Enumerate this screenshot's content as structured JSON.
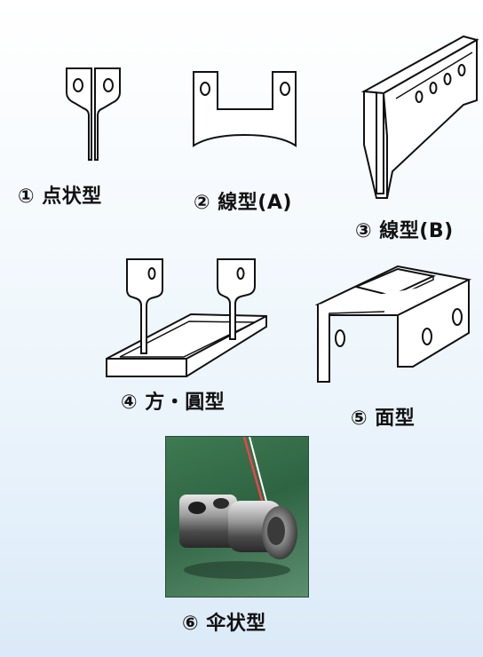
{
  "labels": {
    "fig1": "① 点状型",
    "fig2": "② 線型(A)",
    "fig3": "③ 線型(B)",
    "fig4": "④ 方・圓型",
    "fig5": "⑤ 面型",
    "fig6": "⑥ 伞状型"
  }
}
